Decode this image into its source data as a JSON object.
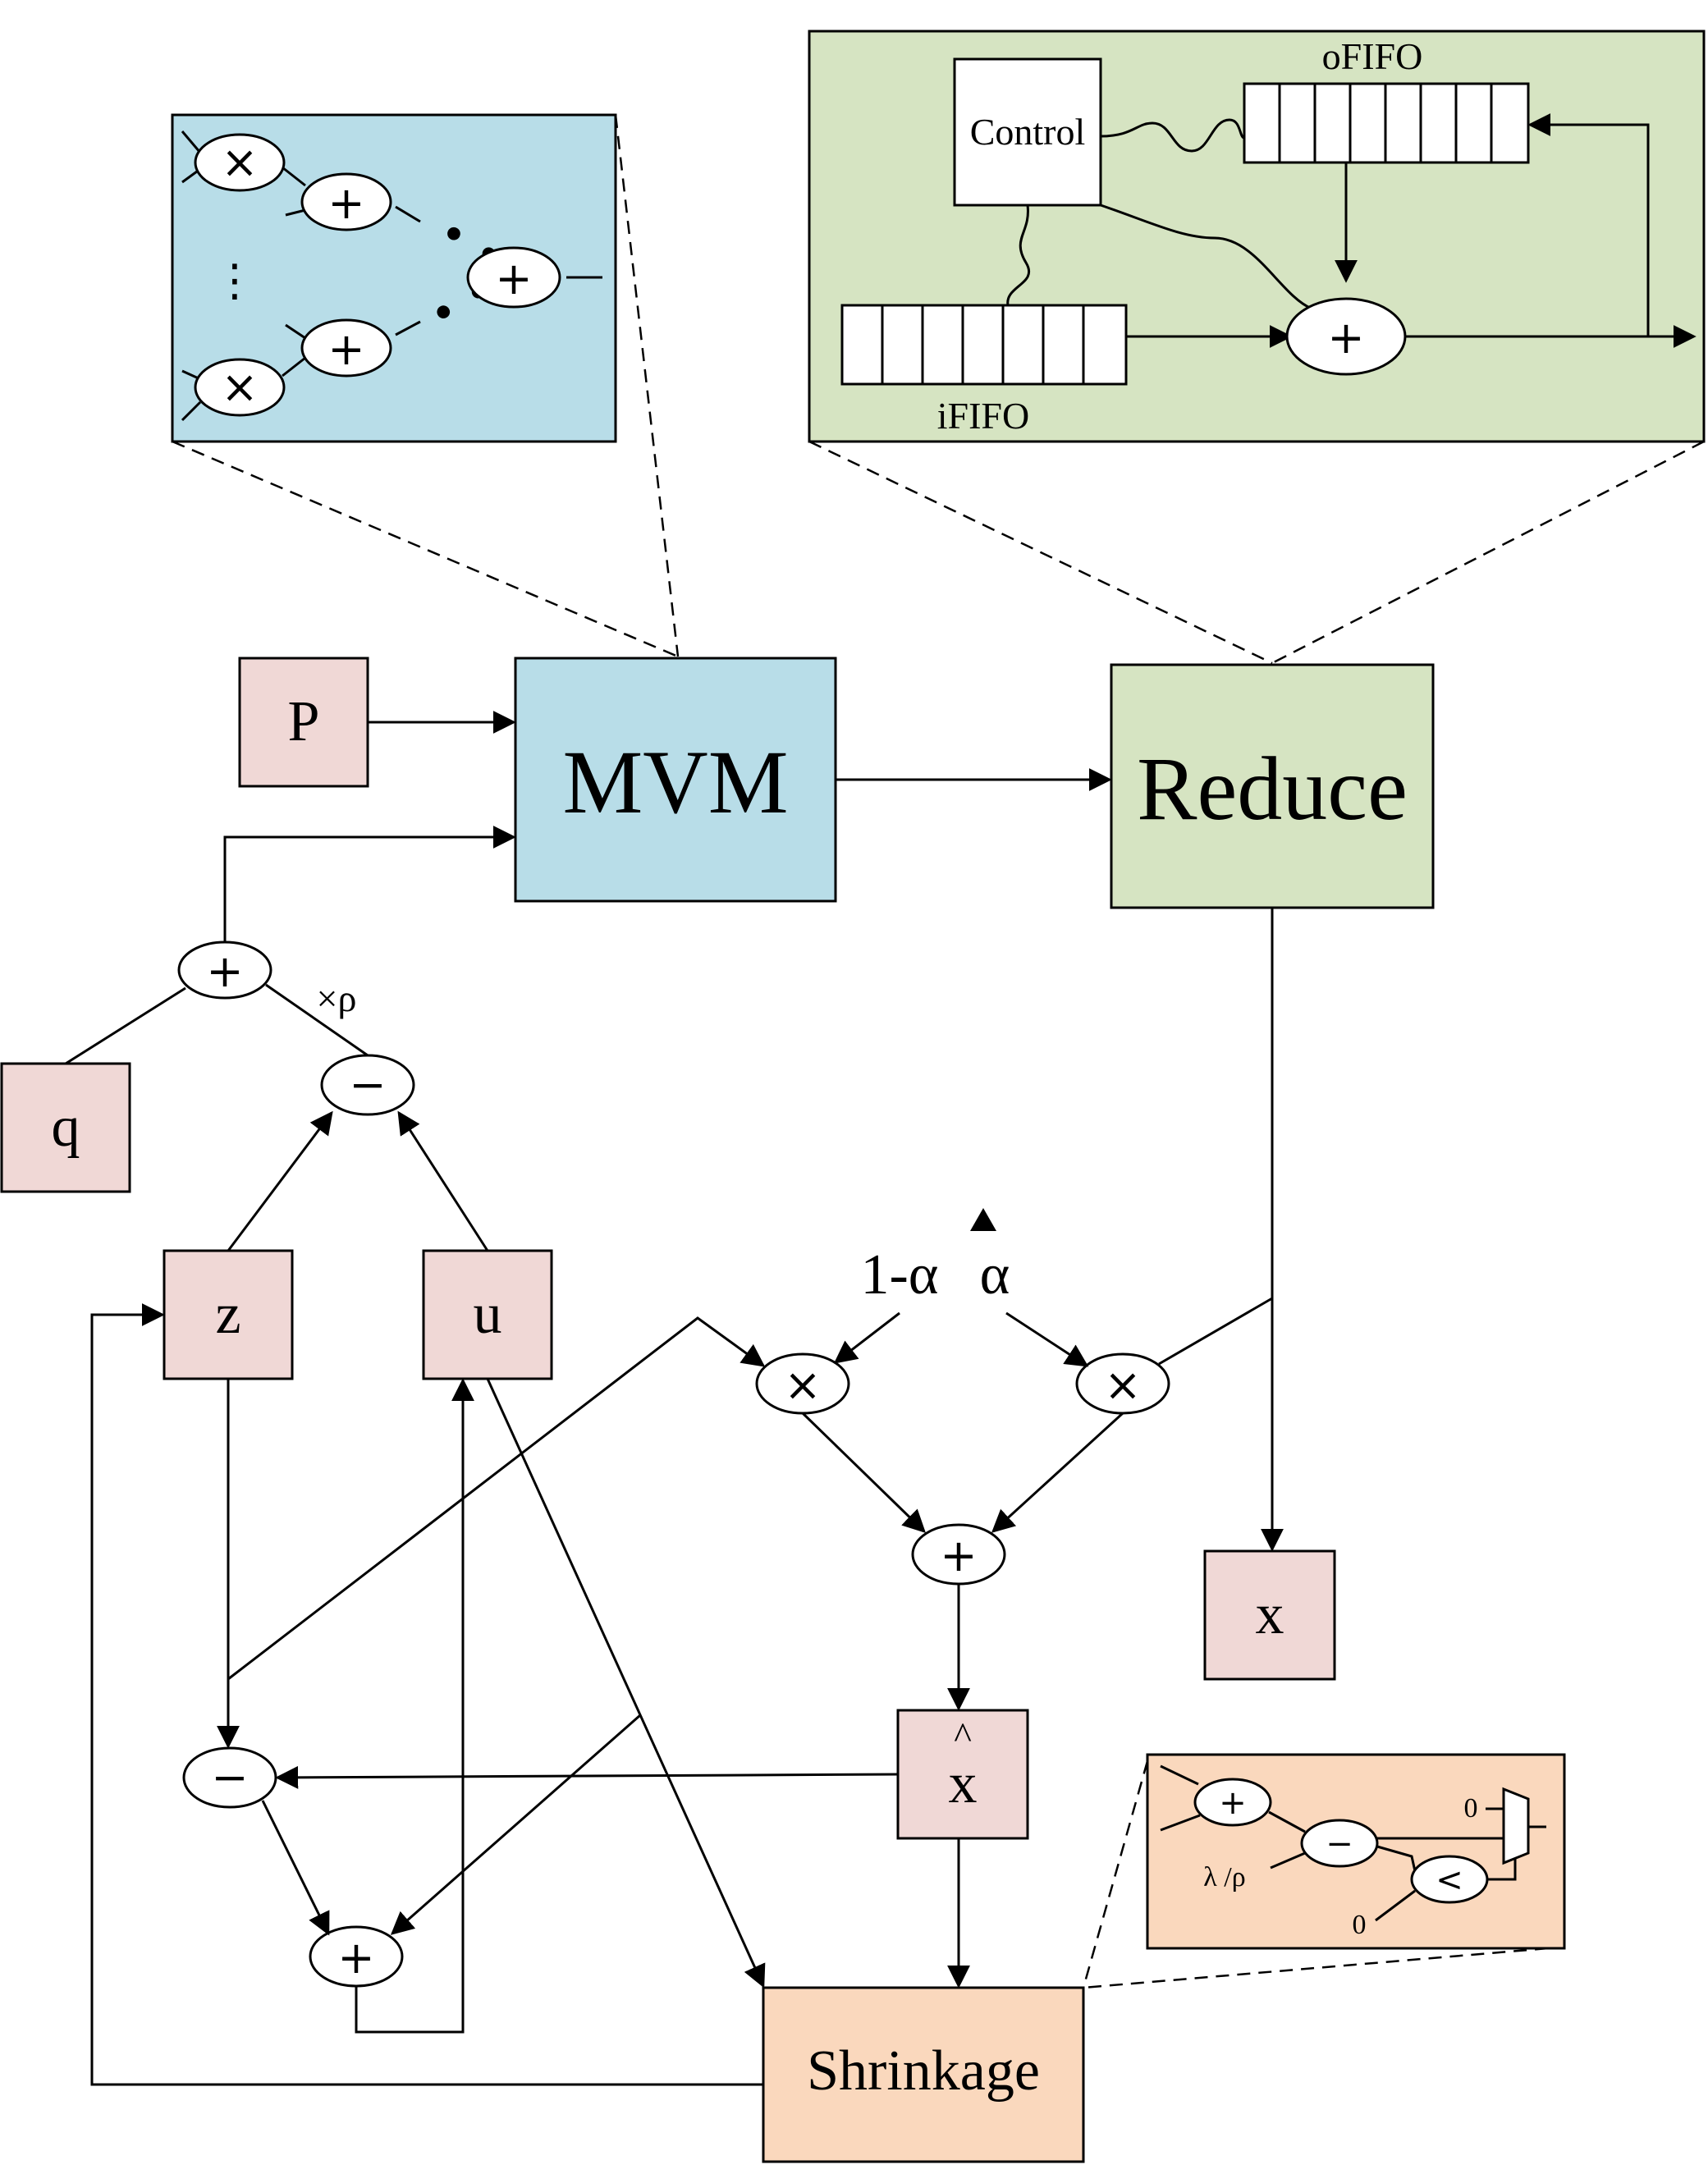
{
  "blocks": {
    "mvm": "MVM",
    "reduce": "Reduce",
    "shrinkage": "Shrinkage",
    "p": "P",
    "q": "q",
    "z": "z",
    "u": "u",
    "x": "x",
    "x_hat": "x",
    "x_hat_accent": "^"
  },
  "labels": {
    "rho_gain": "×ρ",
    "one_minus_alpha": "1-α",
    "alpha": "α"
  },
  "reduce_detail": {
    "control": "Control",
    "ofifo": "oFIFO",
    "ififo": "iFIFO"
  },
  "shrinkage_detail": {
    "lambda_rho": "λ /ρ",
    "zero_top": "0",
    "zero_bottom": "0"
  },
  "symbols": {
    "plus": "+",
    "minus": "−",
    "times": "×",
    "less_than": "<",
    "ellipsis_v": "⋮"
  },
  "colors": {
    "mvm_blue": "#b8dde8",
    "reduce_green": "#d6e4c2",
    "variable_pink": "#f0d8d6",
    "shrinkage_orange": "#fad8bd"
  }
}
